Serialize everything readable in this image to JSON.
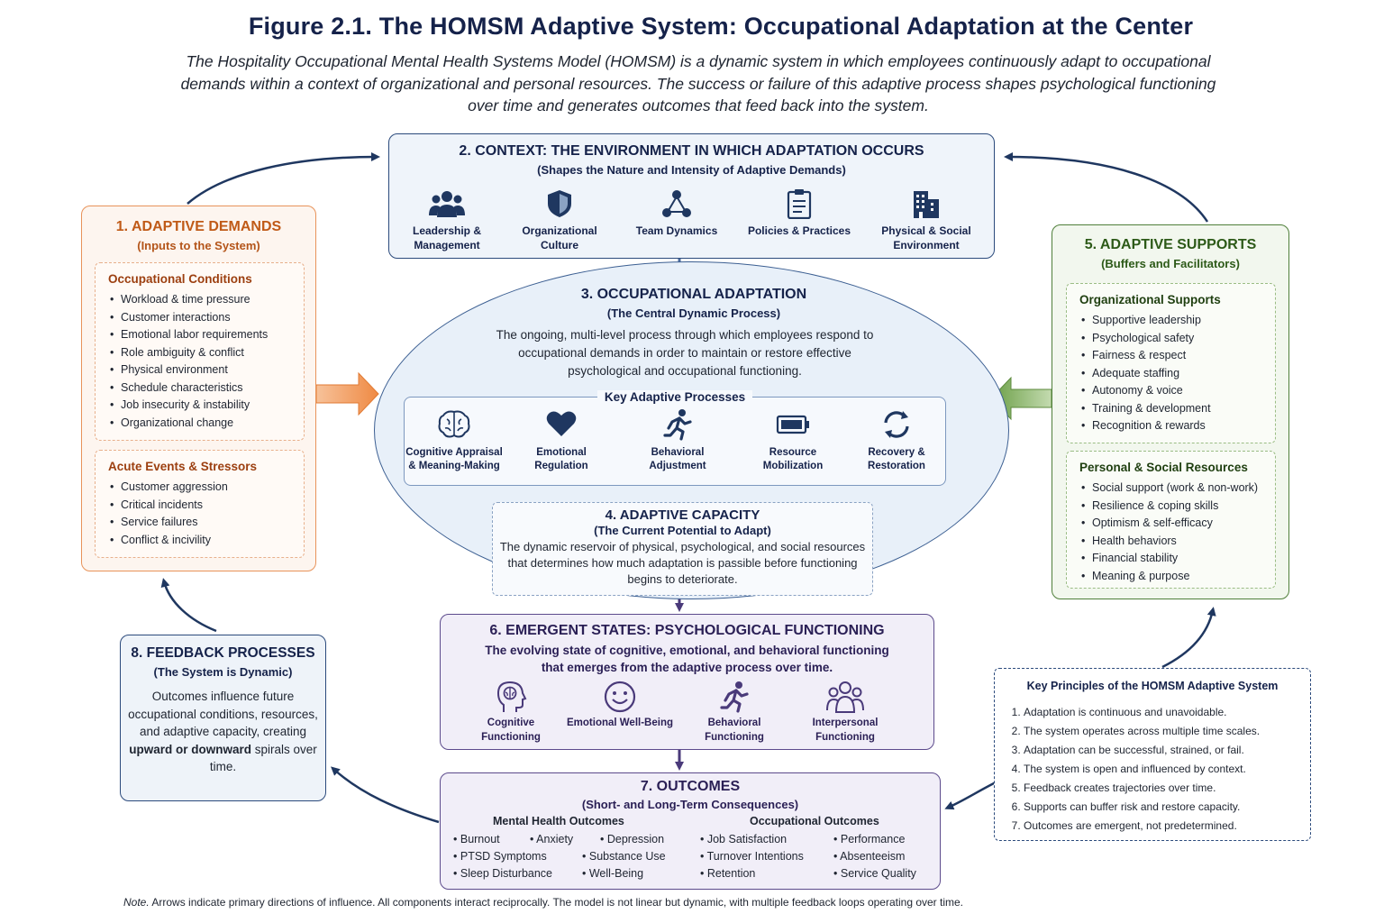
{
  "title": "Figure 2.1.  The HOMSM Adaptive System: Occupational Adaptation at the Center",
  "subtitle": "The Hospitality Occupational Mental Health Systems Model (HOMSM) is a dynamic system in which employees continuously adapt to occupational demands within a context of organizational and personal resources. The success or failure of this adaptive process shapes psychological functioning over time and generates outcomes that feed back into the system.",
  "demands": {
    "title": "1. ADAPTIVE DEMANDS",
    "subtitle": "(Inputs to the System)",
    "groups": [
      {
        "heading": "Occupational Conditions",
        "items": [
          "Workload & time pressure",
          "Customer interactions",
          "Emotional labor requirements",
          "Role ambiguity & conflict",
          "Physical environment",
          "Schedule characteristics",
          "Job insecurity & instability",
          "Organizational change"
        ]
      },
      {
        "heading": "Acute Events & Stressors",
        "items": [
          "Customer aggression",
          "Critical incidents",
          "Service failures",
          "Conflict & incivility"
        ]
      }
    ]
  },
  "context": {
    "title": "2. CONTEXT: THE ENVIRONMENT IN WHICH ADAPTATION OCCURS",
    "subtitle": "(Shapes the Nature and Intensity of Adaptive Demands)",
    "items": [
      {
        "label": "Leadership & Management",
        "icon": "people-group-icon"
      },
      {
        "label": "Organizational Culture",
        "icon": "shield-icon"
      },
      {
        "label": "Team Dynamics",
        "icon": "network-icon"
      },
      {
        "label": "Policies & Practices",
        "icon": "clipboard-icon"
      },
      {
        "label": "Physical & Social Environment",
        "icon": "building-icon"
      }
    ]
  },
  "adaptation": {
    "title": "3. OCCUPATIONAL ADAPTATION",
    "subtitle": "(The Central Dynamic Process)",
    "description": "The ongoing, multi-level process through which employees respond to occupational demands in order to maintain or restore effective psychological and occupational functioning.",
    "processes_title": "Key Adaptive Processes",
    "processes": [
      {
        "label": "Cognitive Appraisal & Meaning-Making",
        "icon": "brain-icon"
      },
      {
        "label": "Emotional Regulation",
        "icon": "heart-icon"
      },
      {
        "label": "Behavioral Adjustment",
        "icon": "running-icon"
      },
      {
        "label": "Resource Mobilization",
        "icon": "battery-icon"
      },
      {
        "label": "Recovery & Restoration",
        "icon": "refresh-icon"
      }
    ]
  },
  "capacity": {
    "title": "4. ADAPTIVE CAPACITY",
    "subtitle": "(The Current Potential to Adapt)",
    "description": "The dynamic reservoir of physical, psychological, and social resources that determines how much adaptation is passible before functioning begins to deteriorate."
  },
  "supports": {
    "title": "5. ADAPTIVE SUPPORTS",
    "subtitle": "(Buffers and Facilitators)",
    "groups": [
      {
        "heading": "Organizational Supports",
        "items": [
          "Supportive leadership",
          "Psychological safety",
          "Fairness & respect",
          "Adequate staffing",
          "Autonomy & voice",
          "Training & development",
          "Recognition & rewards"
        ]
      },
      {
        "heading": "Personal & Social Resources",
        "items": [
          "Social support (work & non-work)",
          "Resilience & coping skills",
          "Optimism & self-efficacy",
          "Health behaviors",
          "Financial stability",
          "Meaning & purpose"
        ]
      }
    ]
  },
  "states": {
    "title": "6. EMERGENT STATES: PSYCHOLOGICAL FUNCTIONING",
    "description": "The evolving state of cognitive, emotional, and behavioral functioning that emerges from the adaptive process over time.",
    "items": [
      {
        "label": "Cognitive Functioning",
        "icon": "head-brain-icon"
      },
      {
        "label": "Emotional Well-Being",
        "icon": "smiley-icon"
      },
      {
        "label": "Behavioral Functioning",
        "icon": "running-icon"
      },
      {
        "label": "Interpersonal Functioning",
        "icon": "people-icon"
      }
    ]
  },
  "outcomes": {
    "title": "7. OUTCOMES",
    "subtitle": "(Short- and Long-Term Consequences)",
    "mental_heading": "Mental Health Outcomes",
    "mental": [
      "Burnout",
      "Anxiety",
      "Depression",
      "PTSD Symptoms",
      "Substance Use",
      "Sleep Disturbance",
      "Well-Being"
    ],
    "occupational_heading": "Occupational Outcomes",
    "occupational": [
      "Job Satisfaction",
      "Performance",
      "Turnover Intentions",
      "Absenteeism",
      "Retention",
      "Service Quality"
    ]
  },
  "feedback": {
    "title": "8. FEEDBACK PROCESSES",
    "subtitle": "(The System is Dynamic)",
    "text_before": "Outcomes influence future occupational conditions, resources, and adaptive capacity, creating",
    "text_bold": "upward or downward",
    "text_after": "spirals over time."
  },
  "principles": {
    "title": "Key Principles of the HOMSM Adaptive System",
    "items": [
      "Adaptation is continuous and unavoidable.",
      "The system operates across multiple time scales.",
      "Adaptation can be successful, strained, or fail.",
      "The system is open and influenced by context.",
      "Feedback creates trajectories over time.",
      "Supports can buffer risk and restore capacity.",
      "Outcomes are emergent, not predetermined."
    ]
  },
  "note": {
    "label": "Note.",
    "text": "Arrows indicate primary directions of influence. All components interact reciprocally. The model is not linear but dynamic, with multiple feedback loops operating over time."
  },
  "colors": {
    "navy": "#15224a",
    "orange": "#e8935a",
    "green": "#4f7f3a",
    "purple": "#5c4a8c",
    "blue_border": "#2b4a7c"
  }
}
